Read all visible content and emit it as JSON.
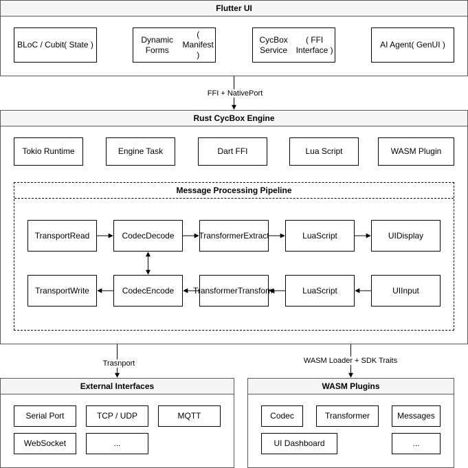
{
  "flutter_ui": {
    "title": "Flutter UI",
    "boxes": [
      {
        "line1": "BLoC / Cubit",
        "line2": "( State )"
      },
      {
        "line1": "Dynamic Forms",
        "line2": "( Manifest )"
      },
      {
        "line1": "CycBox Service",
        "line2": "( FFI Interface )"
      },
      {
        "line1": "AI Agent",
        "line2": "( GenUI )"
      }
    ]
  },
  "edge_ffi": "FFI + NativePort",
  "rust_engine": {
    "title": "Rust CycBox Engine",
    "components": [
      "Tokio Runtime",
      "Engine Task",
      "Dart FFI",
      "Lua Script",
      "WASM Plugin"
    ],
    "pipeline": {
      "title": "Message Processing Pipeline",
      "row1": [
        {
          "line1": "Transport",
          "line2": "Read"
        },
        {
          "line1": "Codec",
          "line2": "Decode"
        },
        {
          "line1": "Transformer",
          "line2": "Extract"
        },
        {
          "line1": "Lua",
          "line2": "Script"
        },
        {
          "line1": "UI",
          "line2": "Display"
        }
      ],
      "row2": [
        {
          "line1": "Transport",
          "line2": "Write"
        },
        {
          "line1": "Codec",
          "line2": "Encode"
        },
        {
          "line1": "Transformer",
          "line2": "Transform"
        },
        {
          "line1": "Lua",
          "line2": "Script"
        },
        {
          "line1": "UI",
          "line2": "Input"
        }
      ]
    }
  },
  "edge_transport": "Trasnport",
  "edge_wasm": "WASM Loader + SDK Traits",
  "external_interfaces": {
    "title": "External Interfaces",
    "items": [
      "Serial Port",
      "TCP / UDP",
      "MQTT",
      "WebSocket",
      "..."
    ]
  },
  "wasm_plugins": {
    "title": "WASM Plugins",
    "items": [
      "Codec",
      "Transformer",
      "Messages",
      "UI Dashboard",
      "..."
    ]
  }
}
